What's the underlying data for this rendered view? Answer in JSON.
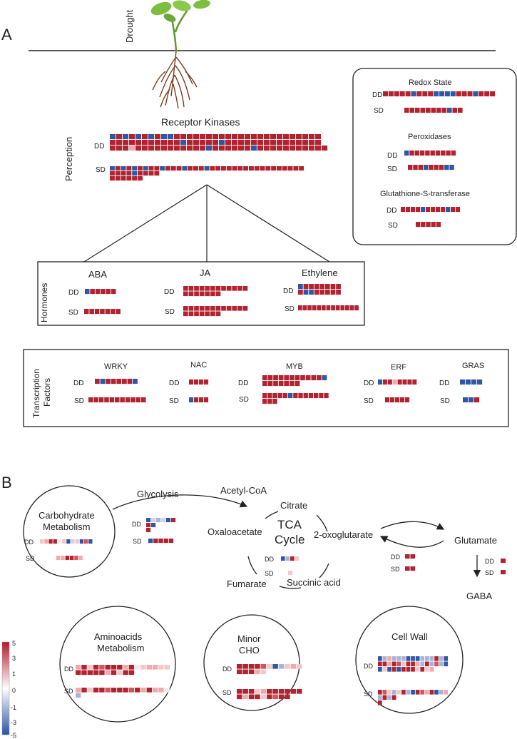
{
  "panel_a": {
    "label": "A",
    "drought": "Drought",
    "perception": "Perception",
    "receptor_kinases": {
      "title": "Receptor Kinases",
      "dd_label": "DD",
      "sd_label": "SD",
      "dd_rows": [
        "BRBRBRBRBBRRRRRRRRRRRRRRRRRRRRRRR",
        "RRRRRRRRRRRBRRRRRBRRRRRRRRRRRRRRR",
        "RRRPRRRRRRRRRRRBRRRRRRBRRRRRRRRRRR"
      ],
      "sd_rows": [
        "BRBRBRBRRBRRRBRRRBRRRRRRRRRRRRRRRRR",
        "RRRRBRRRR",
        "RRRRRR"
      ]
    },
    "redox_box": {
      "groups": [
        {
          "title": "Redox State",
          "dd": [
            "RRRRRBRRRBBBBRRRBRRR"
          ],
          "sd": [
            "RRRRRRRRBRR"
          ]
        },
        {
          "title": "Peroxidases",
          "dd": [
            "BRRRRRRRRR"
          ],
          "sd": [
            "RRRBRRRBB"
          ]
        },
        {
          "title": "Glutathione-S-transferase",
          "dd": [
            "RRRRBRRRRBRR"
          ],
          "sd": [
            "RRRRR"
          ]
        }
      ]
    },
    "hormones": {
      "title": "Hormones",
      "groups": [
        {
          "name": "ABA",
          "dd": [
            "BRRRRR"
          ],
          "sd": [
            "RRRRRRR"
          ]
        },
        {
          "name": "JA",
          "dd": [
            "RRRRRRRRRRRR",
            "RRRRRRR"
          ],
          "sd": [
            "RRRRRRRRRRRR",
            "RRRRRRR"
          ]
        },
        {
          "name": "Ethylene",
          "dd": [
            "BRRRRRRR",
            "RBBRRRRR"
          ],
          "sd": [
            "RRRRRRRRRRRRR"
          ]
        }
      ]
    },
    "transcription_factors": {
      "title_line1": "Transcription",
      "title_line2": "Factors",
      "groups": [
        {
          "name": "WRKY",
          "dd": [
            "RBRRRRRB"
          ],
          "sd": [
            "RRRRRRRRRRR"
          ]
        },
        {
          "name": "NAC",
          "dd": [
            "RRRR"
          ],
          "sd": [
            "BRRR"
          ]
        },
        {
          "name": "MYB",
          "dd": [
            "RRRRRRRRRRRB",
            "RRRRRRR"
          ],
          "sd": [
            "RRRRRBRRRRRRR",
            "RRR"
          ]
        },
        {
          "name": "ERF",
          "dd": [
            "BRRPRRRR"
          ],
          "sd": [
            "RRRRR"
          ]
        },
        {
          "name": "GRAS",
          "dd": [
            "BBBB"
          ],
          "sd": [
            "BBR"
          ]
        }
      ]
    }
  },
  "panel_b": {
    "label": "B",
    "carbohydrate": {
      "title_line1": "Carbohydrate",
      "title_line2": "Metabolism",
      "dd": [
        "pPRRWpBlpBrB"
      ],
      "sd": [
        "PPRRrP"
      ]
    },
    "glycolysis": {
      "label": "Glycolysis",
      "dd": [
        "BlblBR",
        "RB",
        "R"
      ],
      "sd": [
        "BRRRR"
      ]
    },
    "acetyl_coa": "Acetyl-CoA",
    "tca": {
      "title_line1": "TCA",
      "title_line2": "Cycle",
      "citrate": "Citrate",
      "oxaloacetate": "Oxaloacetate",
      "oxoglutarate": "2-oxoglutarate",
      "fumarate": "Fumarate",
      "succinic": "Succinic acid",
      "dd": [
        "BbRp"
      ],
      "sd": [
        "p"
      ]
    },
    "oxoglutarate_cells": {
      "dd": [
        "RR"
      ],
      "sd": [
        "RR"
      ]
    },
    "glutamate": "Glutamate",
    "gaba": "GABA",
    "glutamate_cells": {
      "dd": [
        "R"
      ],
      "sd": [
        "R"
      ]
    },
    "aminoacids": {
      "title_line1": "Aminoacids",
      "title_line2": "Metabolism",
      "dd": [
        "PRpRrRRRPRWpPPpp",
        "RRRRRPRpRR"
      ],
      "sd": [
        "PRpRRrRRRrRPRPPW",
        "b"
      ]
    },
    "minor_cho": {
      "title_line1": "Minor",
      "title_line2": "CHO",
      "dd": [
        "RRRRrpBbpPp",
        "RRRPp"
      ],
      "sd": [
        "RRRpPRRRRRR",
        "RPRRpRrRR"
      ]
    },
    "cell_wall": {
      "title": "Cell Wall",
      "dd": [
        "BbPbbbBBBbbbRbB",
        "RRPRrpRRPbRbrbB",
        "BpBRBRRRpRpP"
      ],
      "sd": [
        "RrpbpRbBRrPRBbP",
        "bRbR",
        "R"
      ]
    }
  },
  "scale": {
    "ticks": [
      "5",
      "3",
      "1",
      "0",
      "-1",
      "-3",
      "-5"
    ],
    "colors": {
      "red": "#b2182b",
      "blue": "#2a52a8",
      "white": "#ffffff"
    }
  },
  "row_labels": {
    "dd": "DD",
    "sd": "SD"
  },
  "palette": {
    "R": "#b2222f",
    "B": "#2f57a6",
    "P": "#f2a8ad",
    "p": "#f4c7cb",
    "r": "#d9525b",
    "b": "#a7b4d8",
    "l": "#cdd4ea",
    "W": "#f5e9ea"
  }
}
